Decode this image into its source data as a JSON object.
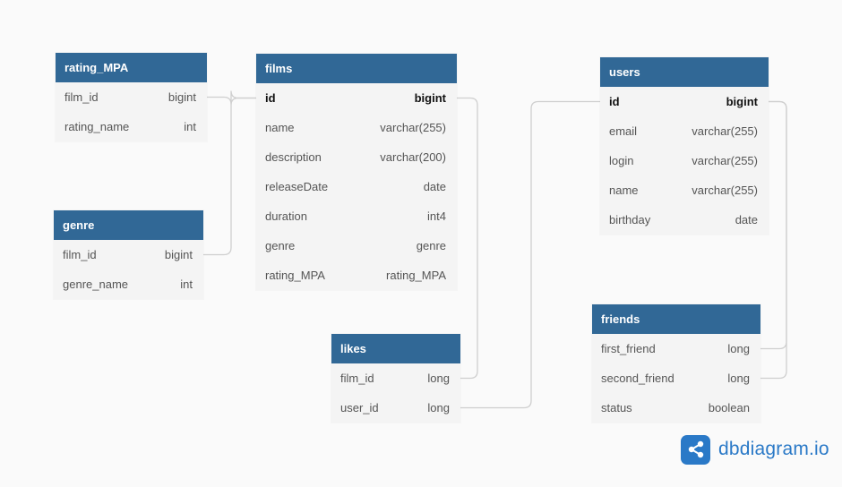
{
  "brand": {
    "name": "dbdiagram.io",
    "logo_icon": "share-nodes-icon",
    "color": "#2a79c7"
  },
  "colors": {
    "header_bg": "#316896",
    "body_bg": "#f4f4f4",
    "wire": "#cfcfcf"
  },
  "tables": [
    {
      "id": "rating_MPA",
      "name": "rating_MPA",
      "columns": [
        {
          "name": "film_id",
          "type": "bigint",
          "pk": false
        },
        {
          "name": "rating_name",
          "type": "int",
          "pk": false
        }
      ]
    },
    {
      "id": "films",
      "name": "films",
      "columns": [
        {
          "name": "id",
          "type": "bigint",
          "pk": true
        },
        {
          "name": "name",
          "type": "varchar(255)",
          "pk": false
        },
        {
          "name": "description",
          "type": "varchar(200)",
          "pk": false
        },
        {
          "name": "releaseDate",
          "type": "date",
          "pk": false
        },
        {
          "name": "duration",
          "type": "int4",
          "pk": false
        },
        {
          "name": "genre",
          "type": "genre",
          "pk": false
        },
        {
          "name": "rating_MPA",
          "type": "rating_MPA",
          "pk": false
        }
      ]
    },
    {
      "id": "genre",
      "name": "genre",
      "columns": [
        {
          "name": "film_id",
          "type": "bigint",
          "pk": false
        },
        {
          "name": "genre_name",
          "type": "int",
          "pk": false
        }
      ]
    },
    {
      "id": "likes",
      "name": "likes",
      "columns": [
        {
          "name": "film_id",
          "type": "long",
          "pk": false
        },
        {
          "name": "user_id",
          "type": "long",
          "pk": false
        }
      ]
    },
    {
      "id": "users",
      "name": "users",
      "columns": [
        {
          "name": "id",
          "type": "bigint",
          "pk": true
        },
        {
          "name": "email",
          "type": "varchar(255)",
          "pk": false
        },
        {
          "name": "login",
          "type": "varchar(255)",
          "pk": false
        },
        {
          "name": "name",
          "type": "varchar(255)",
          "pk": false
        },
        {
          "name": "birthday",
          "type": "date",
          "pk": false
        }
      ]
    },
    {
      "id": "friends",
      "name": "friends",
      "columns": [
        {
          "name": "first_friend",
          "type": "long",
          "pk": false
        },
        {
          "name": "second_friend",
          "type": "long",
          "pk": false
        },
        {
          "name": "status",
          "type": "boolean",
          "pk": false
        }
      ]
    }
  ],
  "relationships": [
    {
      "from": "rating_MPA.film_id",
      "to": "films.id"
    },
    {
      "from": "genre.film_id",
      "to": "films.id"
    },
    {
      "from": "films.id",
      "to": "likes.film_id"
    },
    {
      "from": "likes.user_id",
      "to": "users.id"
    },
    {
      "from": "users.id",
      "to": "friends.first_friend"
    },
    {
      "from": "users.id",
      "to": "friends.second_friend"
    }
  ]
}
